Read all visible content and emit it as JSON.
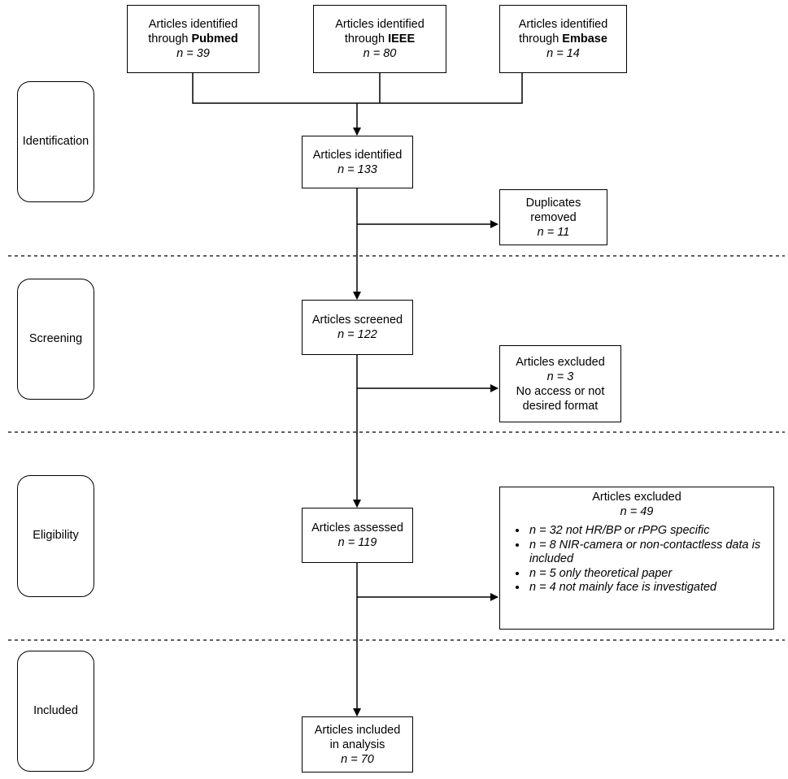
{
  "sources": [
    {
      "prefix": "Articles identified",
      "through": "through ",
      "db": "Pubmed",
      "n": "n = 39"
    },
    {
      "prefix": "Articles identified",
      "through": "through ",
      "db": "IEEE",
      "n": "n = 80"
    },
    {
      "prefix": "Articles identified",
      "through": "through ",
      "db": "Embase",
      "n": "n = 14"
    }
  ],
  "stages": {
    "identification": "Identification",
    "screening": "Screening",
    "eligibility": "Eligibility",
    "included": "Included"
  },
  "identified": {
    "label": "Articles identified",
    "n": "n = 133"
  },
  "duplicates": {
    "line1": "Duplicates",
    "line2": "removed",
    "n": "n = 11"
  },
  "screened": {
    "label": "Articles screened",
    "n": "n = 122"
  },
  "excluded_screen": {
    "label": "Articles excluded",
    "n": "n = 3",
    "line1": "No access or not",
    "line2": "desired format"
  },
  "assessed": {
    "label": "Articles assessed",
    "n": "n = 119"
  },
  "excluded_elig": {
    "label": "Articles excluded",
    "n": "n = 49",
    "reasons": [
      "n = 32 not HR/BP or rPPG specific",
      "n = 8 NIR-camera or non-contactless data is included",
      "n = 5 only theoretical paper",
      "n = 4 not mainly face is investigated"
    ]
  },
  "included": {
    "line1": "Articles included",
    "line2": "in analysis",
    "n": "n = 70"
  }
}
